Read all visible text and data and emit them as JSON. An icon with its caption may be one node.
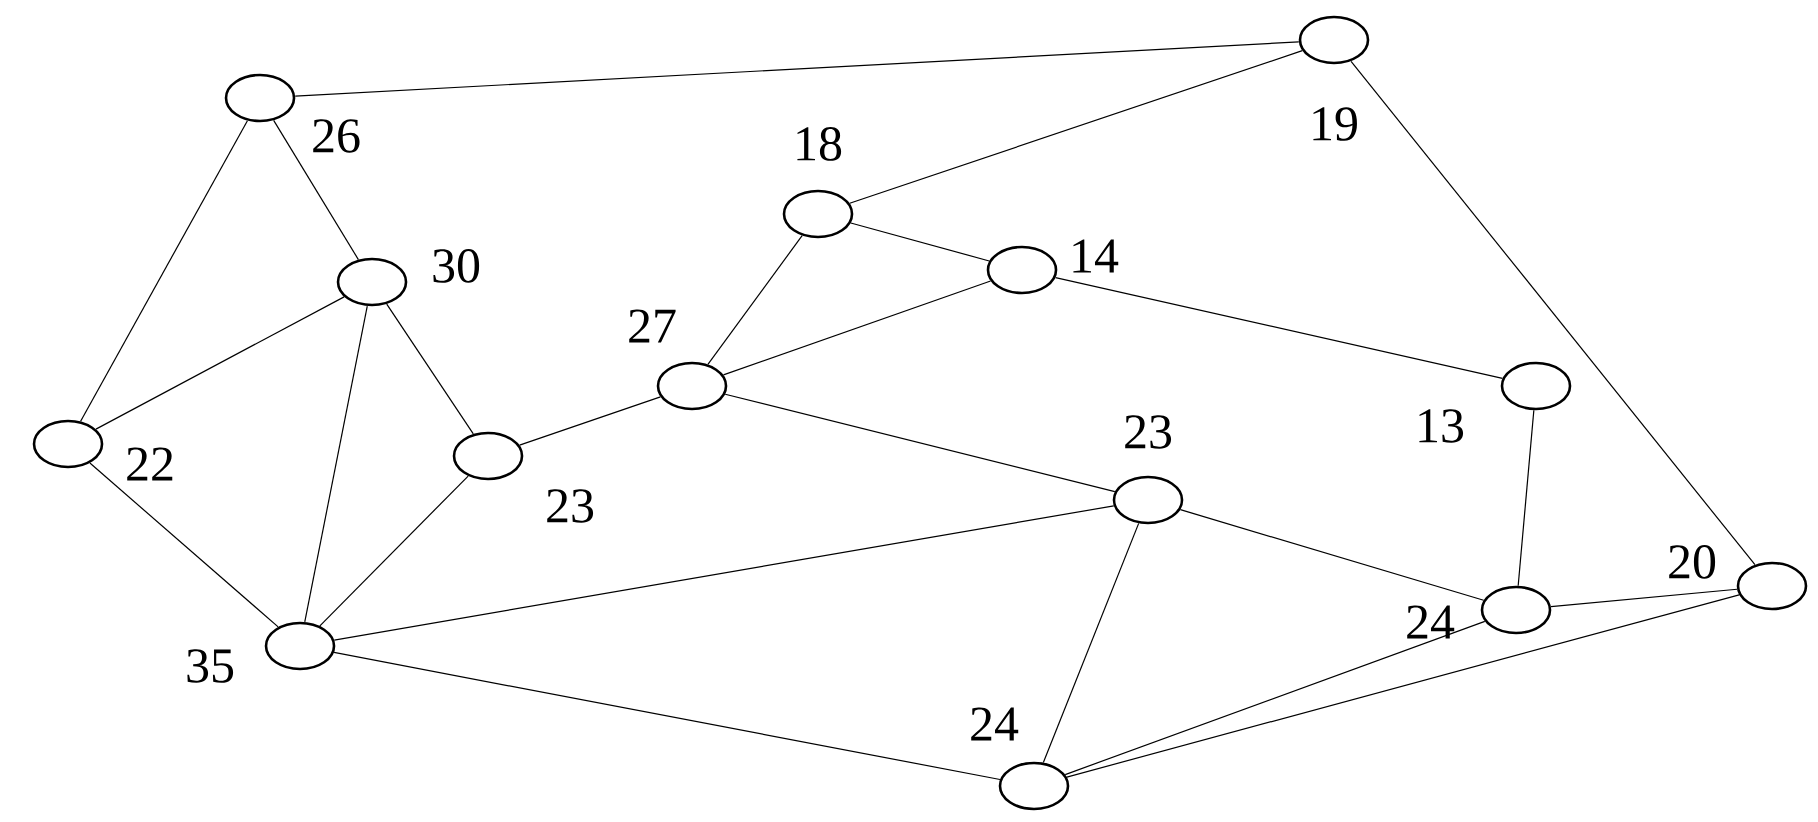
{
  "diagram": {
    "nodes": [
      {
        "text": [],
        "shape": "circle",
        "beside": [
          "26"
        ]
      },
      {
        "text": [],
        "shape": "circle",
        "beside": [
          "19"
        ]
      },
      {
        "text": [],
        "shape": "circle",
        "beside": [
          "18"
        ]
      },
      {
        "text": [],
        "shape": "circle",
        "beside": [
          "14"
        ]
      },
      {
        "text": [],
        "shape": "circle",
        "beside": [
          "30"
        ]
      },
      {
        "text": [],
        "shape": "circle",
        "beside": [
          "27"
        ]
      },
      {
        "text": [],
        "shape": "circle",
        "beside": [
          "13"
        ]
      },
      {
        "text": [],
        "shape": "circle",
        "beside": [
          "22"
        ]
      },
      {
        "text": [],
        "shape": "circle",
        "beside": [
          "23"
        ]
      },
      {
        "text": [],
        "shape": "circle",
        "beside": [
          "23"
        ]
      },
      {
        "text": [],
        "shape": "circle",
        "beside": [
          "20"
        ]
      },
      {
        "text": [],
        "shape": "circle",
        "beside": [
          "24"
        ]
      },
      {
        "text": [],
        "shape": "circle",
        "beside": [
          "35"
        ]
      },
      {
        "text": [],
        "shape": "circle",
        "beside": [
          "24"
        ]
      }
    ],
    "edges": [
      {
        "from": 0,
        "to": 1,
        "arrow": "none"
      },
      {
        "from": 0,
        "to": 7,
        "arrow": "none"
      },
      {
        "from": 0,
        "to": 4,
        "arrow": "none"
      },
      {
        "from": 1,
        "to": 2,
        "arrow": "none"
      },
      {
        "from": 1,
        "to": 10,
        "arrow": "none"
      },
      {
        "from": 2,
        "to": 5,
        "arrow": "none"
      },
      {
        "from": 2,
        "to": 3,
        "arrow": "none"
      },
      {
        "from": 3,
        "to": 5,
        "arrow": "none"
      },
      {
        "from": 3,
        "to": 6,
        "arrow": "none"
      },
      {
        "from": 4,
        "to": 7,
        "arrow": "none"
      },
      {
        "from": 4,
        "to": 12,
        "arrow": "none"
      },
      {
        "from": 4,
        "to": 8,
        "arrow": "none"
      },
      {
        "from": 5,
        "to": 8,
        "arrow": "none"
      },
      {
        "from": 5,
        "to": 9,
        "arrow": "none"
      },
      {
        "from": 6,
        "to": 11,
        "arrow": "none"
      },
      {
        "from": 7,
        "to": 12,
        "arrow": "none"
      },
      {
        "from": 8,
        "to": 12,
        "arrow": "none"
      },
      {
        "from": 9,
        "to": 12,
        "arrow": "none"
      },
      {
        "from": 9,
        "to": 11,
        "arrow": "none"
      },
      {
        "from": 9,
        "to": 13,
        "arrow": "none"
      },
      {
        "from": 12,
        "to": 13,
        "arrow": "none"
      },
      {
        "from": 11,
        "to": 10,
        "arrow": "none"
      },
      {
        "from": 11,
        "to": 13,
        "arrow": "none"
      },
      {
        "from": 10,
        "to": 13,
        "arrow": "none"
      }
    ]
  }
}
